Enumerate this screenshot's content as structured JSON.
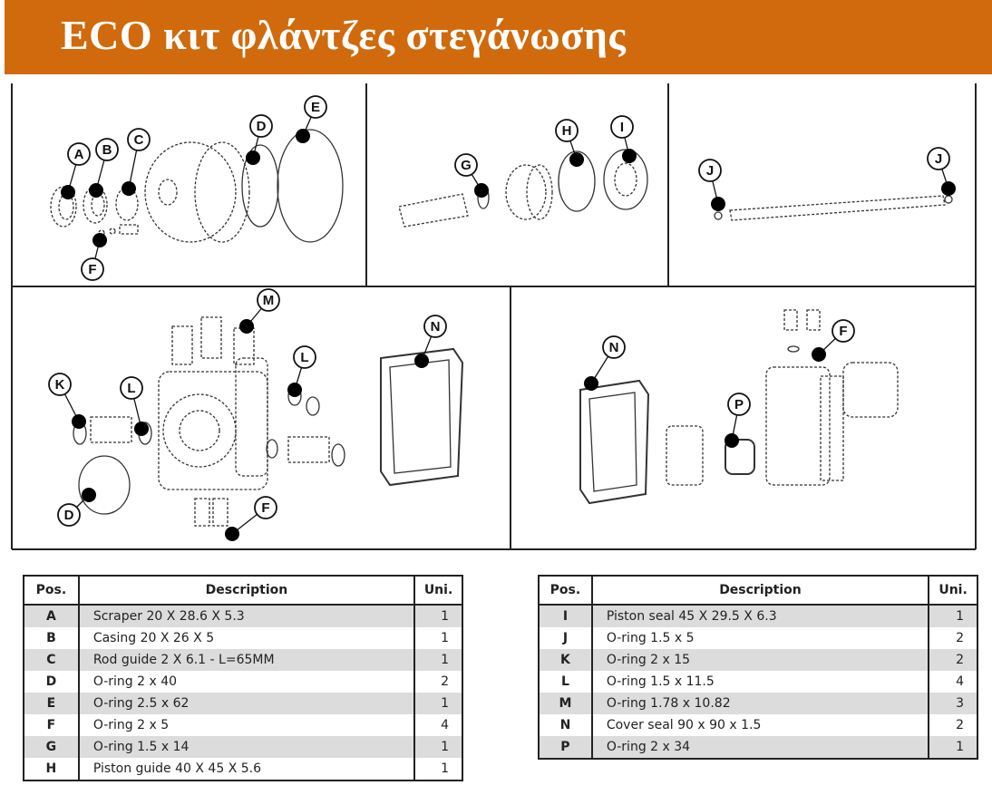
{
  "header": {
    "title": "ECO κιτ φλάντζες στεγάνωσης",
    "color": "#d06a0c"
  },
  "diagram_callouts": [
    "A",
    "B",
    "C",
    "D",
    "E",
    "F",
    "G",
    "H",
    "I",
    "J",
    "J",
    "M",
    "L",
    "K",
    "L",
    "D",
    "F",
    "N",
    "N",
    "P",
    "F"
  ],
  "table_headers": {
    "pos": "Pos.",
    "description": "Description",
    "uni": "Uni."
  },
  "table_left": [
    {
      "pos": "A",
      "description": "Scraper 20 X 28.6 X 5.3",
      "uni": "1"
    },
    {
      "pos": "B",
      "description": "Casing 20 X 26 X 5",
      "uni": "1"
    },
    {
      "pos": "C",
      "description": "Rod guide 2 X 6.1 - L=65MM",
      "uni": "1"
    },
    {
      "pos": "D",
      "description": "O-ring 2 x 40",
      "uni": "2"
    },
    {
      "pos": "E",
      "description": "O-ring 2.5 x 62",
      "uni": "1"
    },
    {
      "pos": "F",
      "description": "O-ring 2 x 5",
      "uni": "4"
    },
    {
      "pos": "G",
      "description": "O-ring 1.5 x 14",
      "uni": "1"
    },
    {
      "pos": "H",
      "description": "Piston guide 40 X 45 X 5.6",
      "uni": "1"
    }
  ],
  "table_right": [
    {
      "pos": "I",
      "description": "Piston seal 45 X 29.5 X 6.3",
      "uni": "1"
    },
    {
      "pos": "J",
      "description": "O-ring 1.5 x 5",
      "uni": "2"
    },
    {
      "pos": "K",
      "description": "O-ring 2 x 15",
      "uni": "2"
    },
    {
      "pos": "L",
      "description": "O-ring 1.5 x 11.5",
      "uni": "4"
    },
    {
      "pos": "M",
      "description": "O-ring 1.78 x 10.82",
      "uni": "3"
    },
    {
      "pos": "N",
      "description": "Cover seal 90 x 90 x 1.5",
      "uni": "2"
    },
    {
      "pos": "P",
      "description": "O-ring 2 x 34",
      "uni": "1"
    }
  ]
}
